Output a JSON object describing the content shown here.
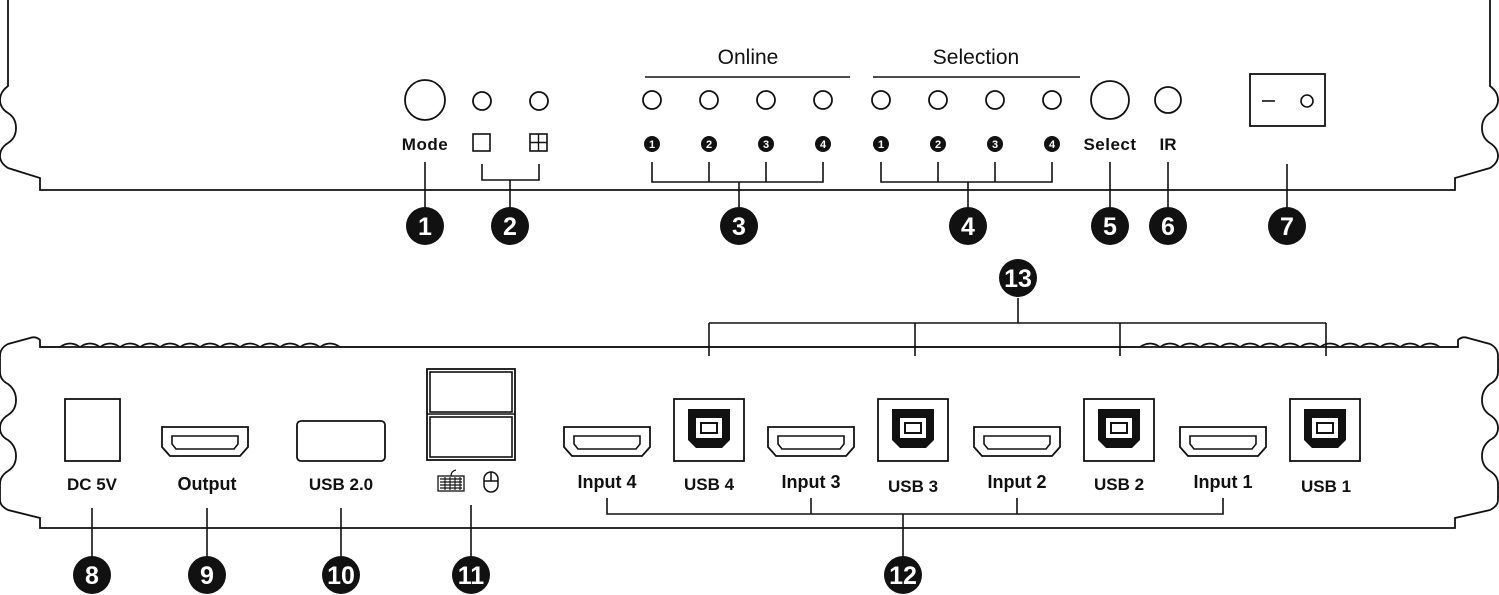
{
  "front": {
    "labels": {
      "mode": "Mode",
      "online": "Online",
      "selection": "Selection",
      "select": "Select",
      "ir": "IR"
    },
    "online_leds": [
      "1",
      "2",
      "3",
      "4"
    ],
    "selection_leds": [
      "1",
      "2",
      "3",
      "4"
    ],
    "callouts": [
      "1",
      "2",
      "3",
      "4",
      "5",
      "6",
      "7"
    ]
  },
  "back": {
    "labels": {
      "dc": "DC 5V",
      "output": "Output",
      "usb20": "USB 2.0",
      "input4": "Input 4",
      "usb4": "USB 4",
      "input3": "Input 3",
      "usb3": "USB 3",
      "input2": "Input 2",
      "usb2": "USB 2",
      "input1": "Input 1",
      "usb1": "USB 1"
    },
    "callouts": [
      "8",
      "9",
      "10",
      "11",
      "12",
      "13"
    ]
  },
  "icons": {
    "mode_single": "single-view-icon",
    "mode_quad": "quad-view-icon",
    "keyboard": "keyboard-icon",
    "mouse": "mouse-icon",
    "power_switch": "power-switch-icon"
  }
}
